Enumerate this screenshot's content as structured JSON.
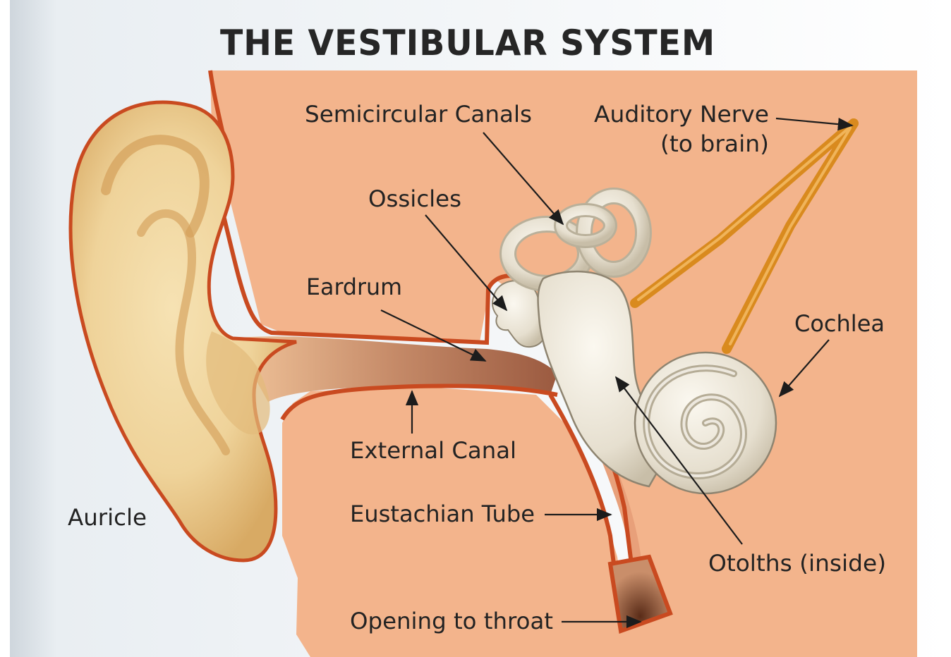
{
  "title": "THE VESTIBULAR SYSTEM",
  "labels": {
    "semicircular_canals": "Semicircular Canals",
    "auditory_nerve_line1": "Auditory Nerve",
    "auditory_nerve_line2": "(to brain)",
    "ossicles": "Ossicles",
    "eardrum": "Eardrum",
    "cochlea": "Cochlea",
    "external_canal": "External Canal",
    "auricle": "Auricle",
    "eustachian_tube": "Eustachian Tube",
    "otoliths": "Otolths (inside)",
    "opening_to_throat": "Opening to throat"
  },
  "colors": {
    "head_fill": "#f3b48c",
    "outline": "#c94a20",
    "ear_skin": "#efd49a",
    "bone": "#e8e2d4",
    "nerve": "#d98a1e",
    "canal": "#a86448"
  }
}
